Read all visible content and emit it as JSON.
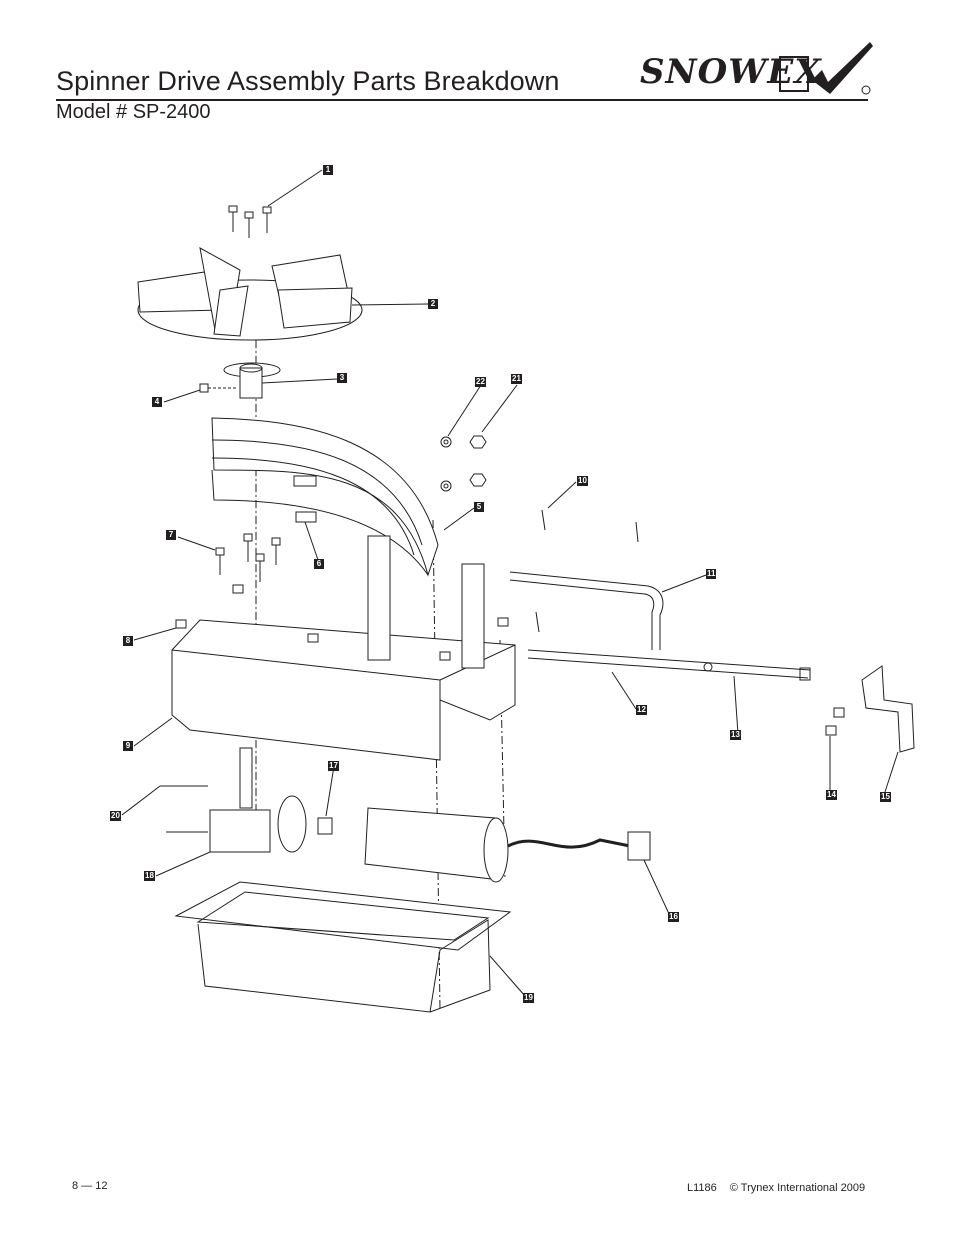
{
  "header": {
    "title": "Spinner Drive Assembly Parts Breakdown",
    "subtitle": "Model # SP-2400",
    "logo_text": "SNOWEX",
    "logo_mark": "®"
  },
  "callouts": [
    "1",
    "2",
    "3",
    "4",
    "5",
    "6",
    "7",
    "8",
    "9",
    "10",
    "11",
    "12",
    "13",
    "14",
    "15",
    "16",
    "17",
    "18",
    "19",
    "20",
    "21",
    "22"
  ],
  "footer": {
    "page": "8 — 12",
    "doc_code": "L1186",
    "copyright": "© Trynex International 2009"
  },
  "colors": {
    "ink": "#231f20",
    "paper": "#ffffff"
  }
}
